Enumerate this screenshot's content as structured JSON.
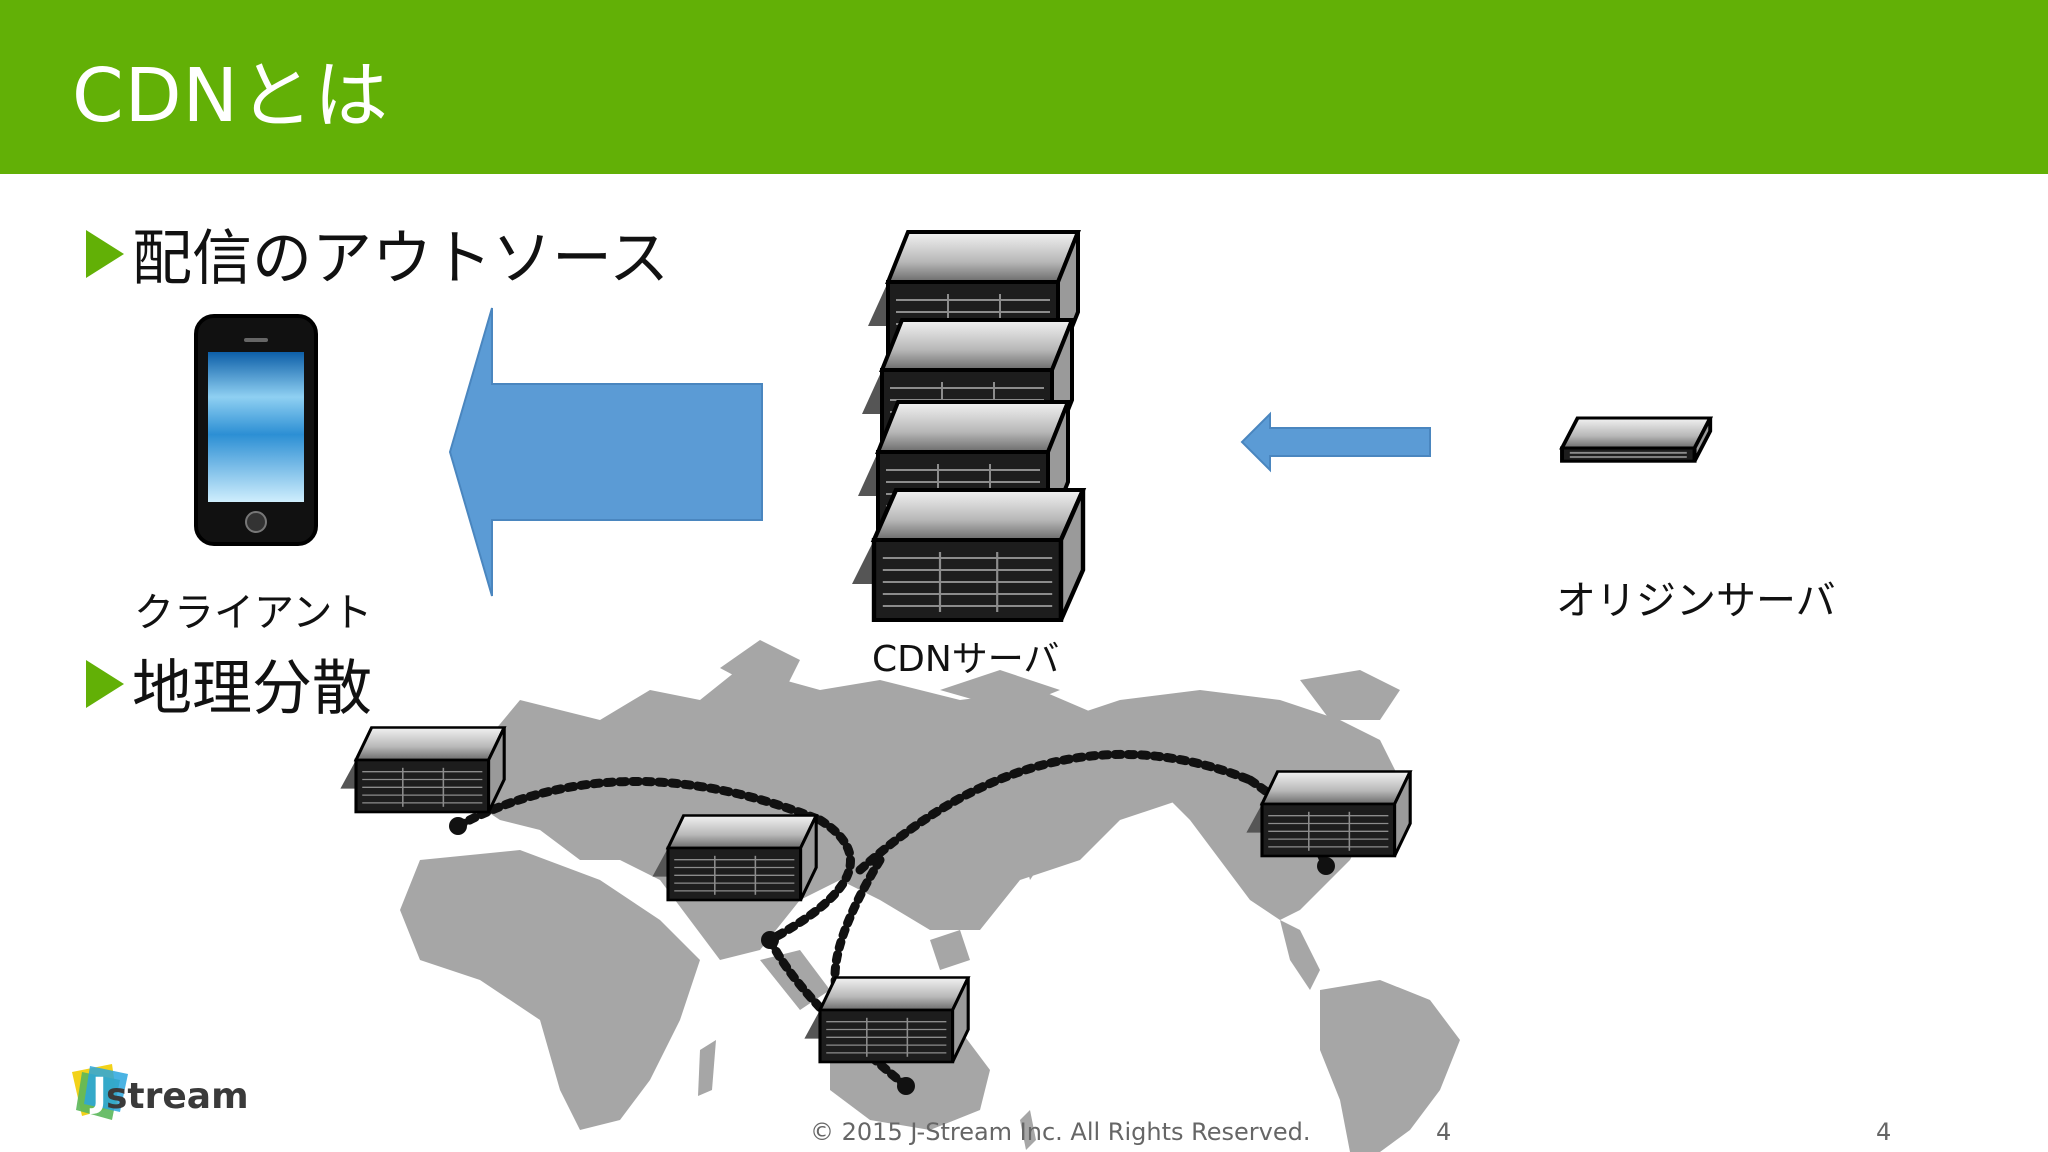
{
  "slide": {
    "title": "CDNとは",
    "bullets": [
      "配信のアウトソース",
      "地理分散"
    ],
    "labels": {
      "client": "クライアント",
      "cdn_server": "CDNサーバ",
      "origin_server": "オリジンサーバ"
    },
    "footer": {
      "copyright": "© 2015 J-Stream Inc. All Rights Reserved.",
      "page_number_center": "4",
      "page_number_right": "4"
    },
    "logo": {
      "text": "stream",
      "letter": "J"
    }
  },
  "colors": {
    "header": "#62b006",
    "arrow": "#5b9bd5",
    "map": "#a6a6a6"
  },
  "icons": [
    "smartphone-icon",
    "server-icon",
    "arrow-left-icon",
    "world-map"
  ]
}
